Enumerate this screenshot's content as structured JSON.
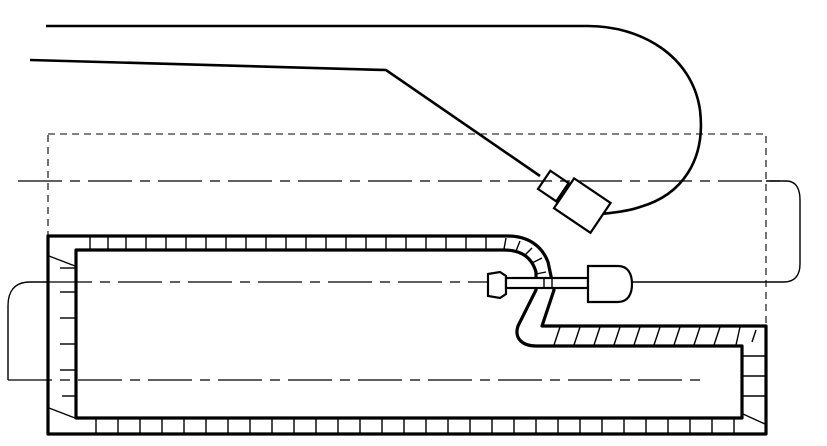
{
  "diagram": {
    "colors": {
      "stroke": "#000000",
      "background": "#ffffff"
    },
    "elements": [
      "upper-guide-line",
      "lower-guide-line",
      "gun-head",
      "dashed-envelope",
      "trough-wall",
      "probe-assembly",
      "centerline-loops"
    ]
  }
}
